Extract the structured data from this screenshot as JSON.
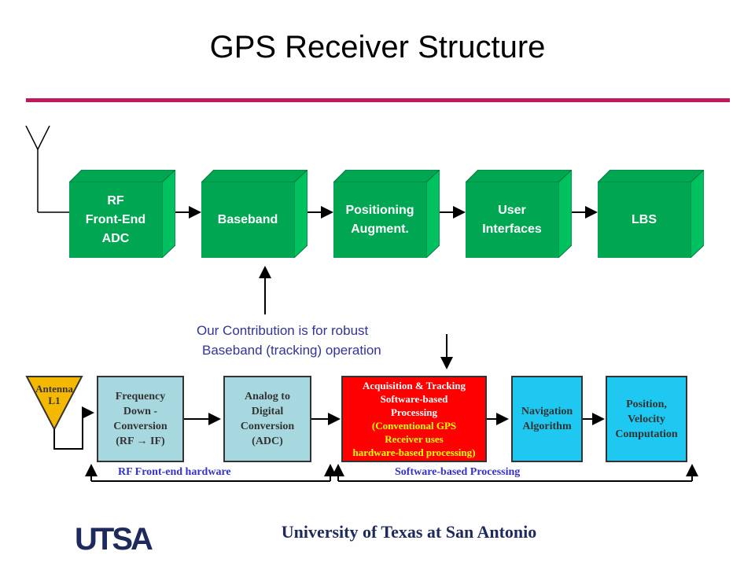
{
  "slide": {
    "title": "GPS Receiver Structure",
    "rule_color": "#c2185b"
  },
  "top_flow": {
    "block_color": "#00a651",
    "blocks": [
      {
        "lines": [
          "RF",
          "Front-End",
          "ADC"
        ]
      },
      {
        "lines": [
          "Baseband"
        ]
      },
      {
        "lines": [
          "Positioning",
          "Augment."
        ]
      },
      {
        "lines": [
          "User",
          "Interfaces"
        ]
      },
      {
        "lines": [
          "LBS"
        ]
      }
    ]
  },
  "note": {
    "line1": "Our Contribution is for robust",
    "line2": "Baseband (tracking) operation"
  },
  "bottom_flow": {
    "antenna": {
      "line1": "Antenna",
      "line2": "L1",
      "color": "#f5b800"
    },
    "boxes": [
      {
        "lines": [
          "Frequency",
          "Down -",
          "Conversion",
          "(RF → IF)"
        ],
        "color": "#a8d8df"
      },
      {
        "lines": [
          "Analog to",
          "Digital",
          "Conversion",
          "(ADC)"
        ],
        "color": "#a8d8df"
      },
      {
        "lines": [
          "Acquisition & Tracking",
          "Software-based",
          "Processing",
          "(Conventional GPS",
          "Receiver uses",
          "hardware-based processing)"
        ],
        "color": "#ff0000"
      },
      {
        "lines": [
          "Navigation",
          "Algorithm"
        ],
        "color": "#1ec8f0"
      },
      {
        "lines": [
          "Position,",
          "Velocity",
          "Computation"
        ],
        "color": "#1ec8f0"
      }
    ],
    "group_rf": "RF Front-end hardware",
    "group_sw": "Software-based Processing"
  },
  "footer": {
    "logo": "UTSA",
    "university": "University of Texas at San Antonio"
  }
}
